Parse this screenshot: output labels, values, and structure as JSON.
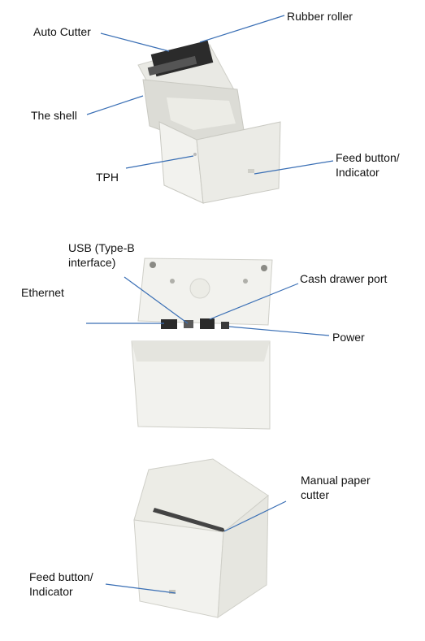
{
  "panel_top": {
    "labels": {
      "auto_cutter": "Auto Cutter",
      "rubber_roller": "Rubber roller",
      "shell": "The shell",
      "tph": "TPH",
      "feed_button_line1": "Feed button/",
      "feed_button_line2": "Indicator"
    }
  },
  "panel_middle": {
    "labels": {
      "usb_line1": "USB (Type-B",
      "usb_line2": "interface)",
      "ethernet": "Ethernet",
      "cash_drawer": "Cash drawer port",
      "power": "Power"
    }
  },
  "panel_bottom": {
    "labels": {
      "manual_cutter_line1": "Manual paper",
      "manual_cutter_line2": "cutter",
      "feed_button_line1": "Feed button/",
      "feed_button_line2": "Indicator"
    }
  },
  "colors": {
    "leader_line": "#3a6fb5",
    "printer_body": "#f2f2ee",
    "printer_shadow": "#dcdcd6",
    "printer_edge": "#c9c9c2",
    "roller": "#2b2b2b"
  }
}
